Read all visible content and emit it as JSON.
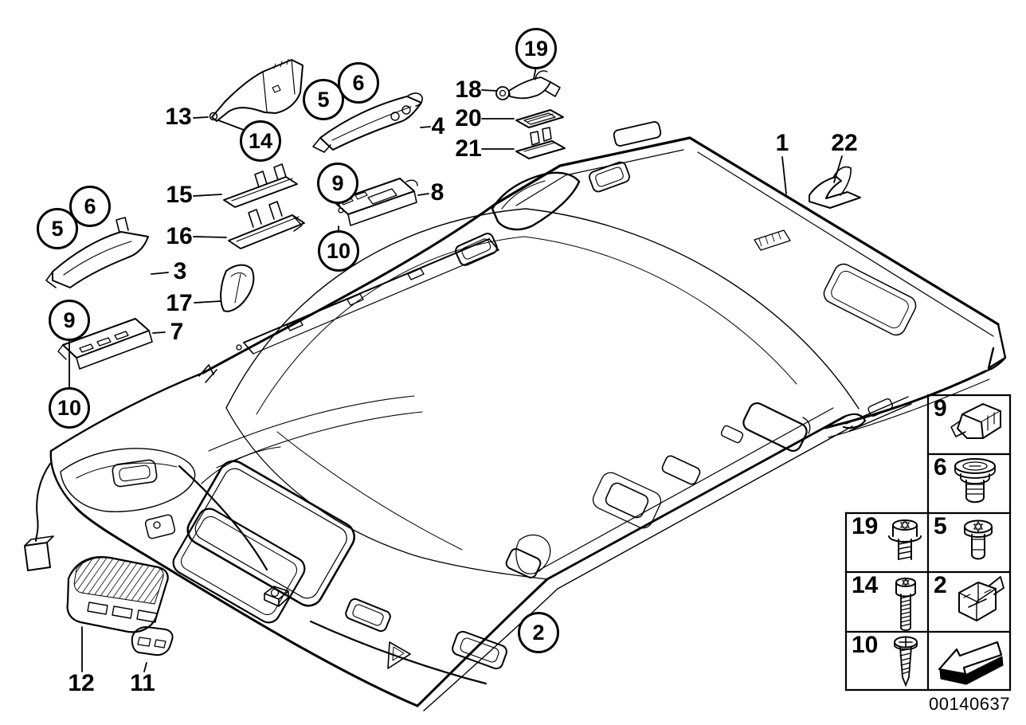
{
  "diagram": {
    "title": "headliner-parts-exploded-diagram",
    "image_number": "00140637",
    "callouts": {
      "n1": "1",
      "n2": "2",
      "n3": "3",
      "n4": "4",
      "n5": "5",
      "n6": "6",
      "n7": "7",
      "n8": "8",
      "n9": "9",
      "n10": "10",
      "n11": "11",
      "n12": "12",
      "n13": "13",
      "n14": "14",
      "n15": "15",
      "n16": "16",
      "n17": "17",
      "n18": "18",
      "n19": "19",
      "n20": "20",
      "n21": "21",
      "n22": "22"
    },
    "legend": {
      "rows": [
        {
          "num": "9",
          "icon": "spring-nut-clip"
        },
        {
          "num": "6",
          "icon": "expansion-rivet"
        },
        {
          "num": "19",
          "icon": "short-torx-screw"
        },
        {
          "num": "5",
          "icon": "torx-screw"
        },
        {
          "num": "14",
          "icon": "long-torx-screw"
        },
        {
          "num": "2",
          "icon": "clamp-clip"
        },
        {
          "num": "10",
          "icon": "tapping-screw"
        },
        {
          "num": "",
          "icon": "direction-of-travel-arrow"
        }
      ]
    }
  }
}
